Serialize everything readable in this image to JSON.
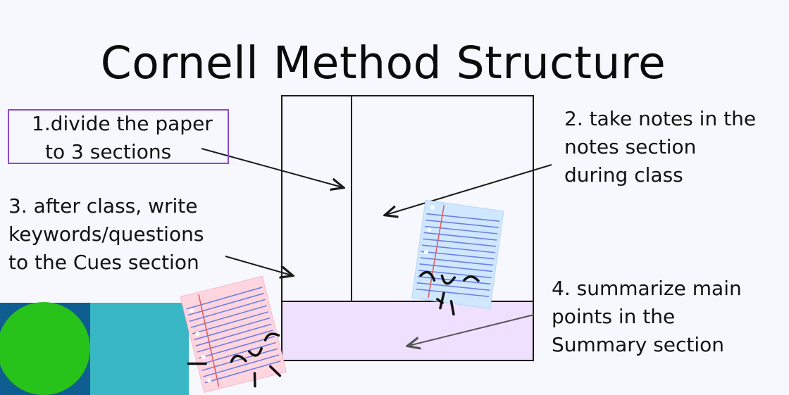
{
  "title": "Cornell Method Structure",
  "steps": {
    "step1": [
      "1.divide the paper",
      "to 3 sections"
    ],
    "step2": [
      "2. take notes in the",
      "notes section",
      "during class"
    ],
    "step3": [
      "3. after class, write",
      "keywords/questions",
      "to the Cues section"
    ],
    "step4": [
      "4. summarize main",
      "points in the",
      "Summary section"
    ]
  },
  "colors": {
    "outline": "#1a1a1a",
    "summary_fill": "#efe0ff",
    "highlight_box": "#8b4bd0",
    "teal": "#3ab7c5",
    "navy": "#0f5e92",
    "green_circle": "#27c21a",
    "blue_paper": "#cfe7ff",
    "pink_paper": "#ffd5e0"
  },
  "icons": [
    "paper-diagram-icon",
    "arrow-icon",
    "blue-paper-doodle-icon",
    "pink-paper-doodle-icon",
    "green-circle-icon"
  ]
}
